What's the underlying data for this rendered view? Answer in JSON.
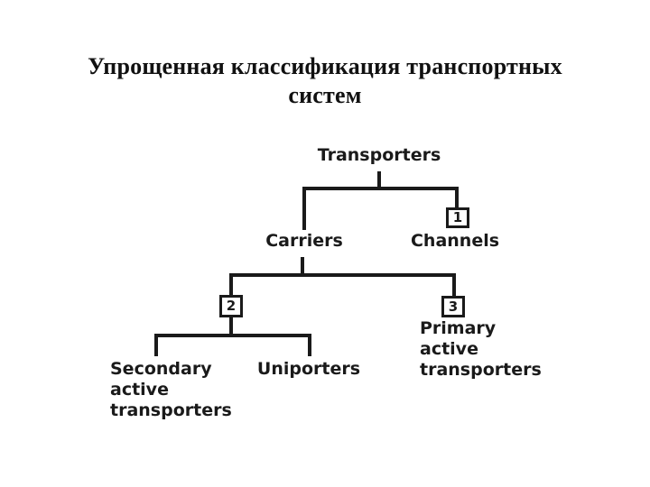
{
  "slide": {
    "background_color": "#ffffff",
    "ink_color": "#1a1a1a"
  },
  "title": {
    "line1": "Упрощенная классификация транспортных",
    "line2": "систем",
    "full": "Упрощенная классификация транспортных систем"
  },
  "diagram": {
    "type": "tree",
    "root": "Transporters",
    "nodes": [
      {
        "id": "transporters",
        "label": "Transporters",
        "level": 0
      },
      {
        "id": "carriers",
        "label": "Carriers",
        "level": 1
      },
      {
        "id": "channels",
        "label": "Channels",
        "level": 1,
        "marker": "1"
      },
      {
        "id": "secondary-active-transporters",
        "label": "Secondary active transporters",
        "label_lines": [
          "Secondary",
          "active",
          "transporters"
        ],
        "level": 3
      },
      {
        "id": "uniporters",
        "label": "Uniporters",
        "level": 3
      },
      {
        "id": "primary-active-transporters",
        "label": "Primary active transporters",
        "label_lines": [
          "Primary",
          "active",
          "transporters"
        ],
        "level": 2,
        "marker": "3"
      }
    ],
    "markers": [
      {
        "id": "marker-1",
        "value": "1",
        "on_branch_to": "channels"
      },
      {
        "id": "marker-2",
        "value": "2",
        "on_branch_to": "carriers-subtree"
      },
      {
        "id": "marker-3",
        "value": "3",
        "on_branch_to": "primary-active-transporters"
      }
    ],
    "edges": [
      {
        "from": "transporters",
        "to": "carriers"
      },
      {
        "from": "transporters",
        "to": "channels"
      },
      {
        "from": "carriers",
        "to": "primary-active-transporters"
      },
      {
        "from": "carriers",
        "to": "secondary-active-transporters"
      },
      {
        "from": "carriers",
        "to": "uniporters"
      }
    ]
  }
}
